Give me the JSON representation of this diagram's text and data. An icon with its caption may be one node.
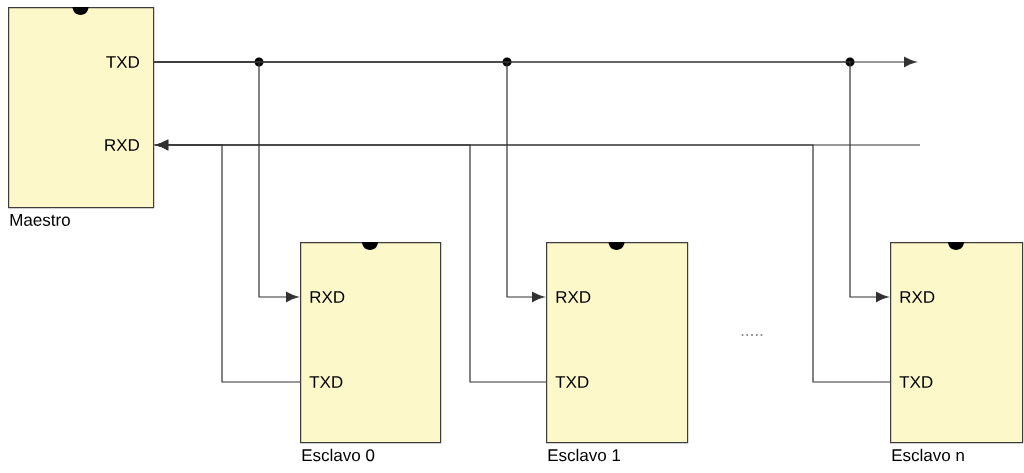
{
  "diagram": {
    "nodes": [
      {
        "text": [
          "TXD",
          "RXD"
        ],
        "beside": [
          "Maestro"
        ]
      },
      {
        "text": [
          "RXD",
          "TXD"
        ],
        "beside": [
          "Esclavo 0"
        ]
      },
      {
        "text": [
          "RXD",
          "TXD"
        ],
        "beside": [
          "Esclavo 1"
        ]
      },
      {
        "text": [
          "RXD",
          "TXD"
        ],
        "beside": [
          "Esclavo n"
        ]
      }
    ],
    "edges": [
      {
        "from": 0,
        "to": null,
        "arrow": "to"
      },
      {
        "from": 0,
        "to": 1,
        "arrow": "to"
      },
      {
        "from": 0,
        "to": 2,
        "arrow": "to"
      },
      {
        "from": 0,
        "to": 3,
        "arrow": "to"
      },
      {
        "from": null,
        "to": 0,
        "arrow": "none"
      },
      {
        "from": 1,
        "to": 0,
        "arrow": "to"
      },
      {
        "from": 2,
        "to": 0,
        "arrow": "to"
      },
      {
        "from": 3,
        "to": 0,
        "arrow": "to"
      }
    ],
    "labels": [
      "....."
    ]
  }
}
